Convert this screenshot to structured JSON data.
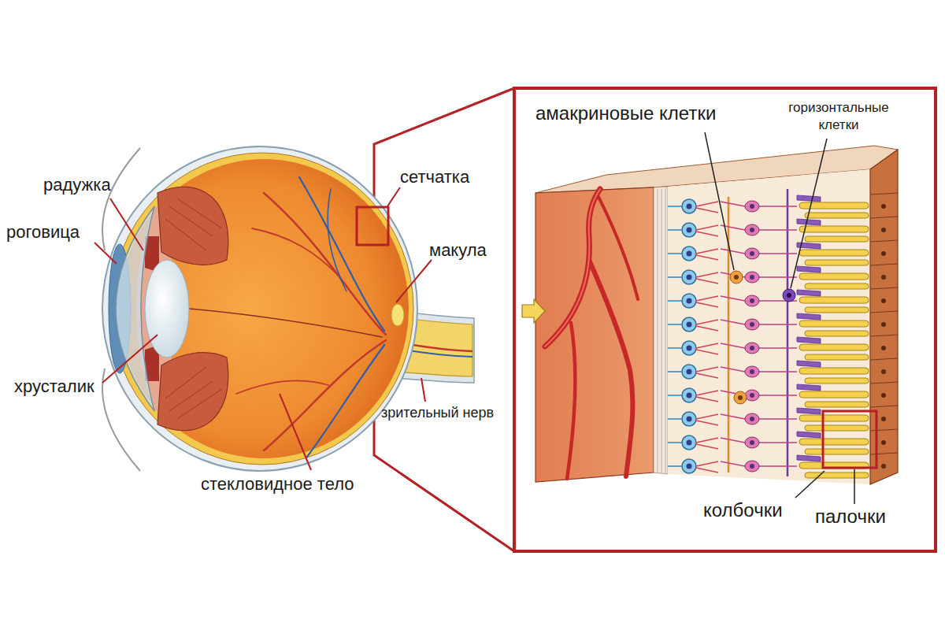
{
  "diagram": {
    "labels": [
      "радужка",
      "роговица",
      "хрусталик",
      "стекловидное тело",
      "сетчатка",
      "макула",
      "зрительный нерв",
      "амакриновые клетки",
      "горизонтальные клетки",
      "колбочки",
      "палочки"
    ]
  }
}
